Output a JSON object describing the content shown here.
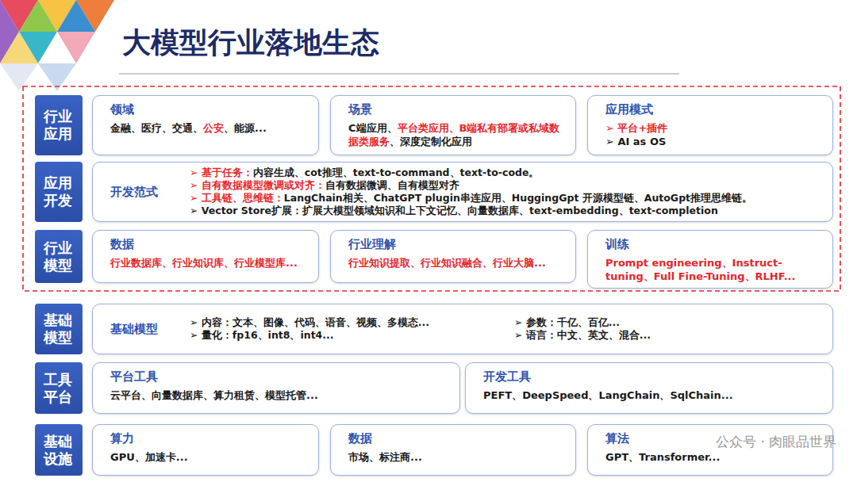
{
  "diagram": {
    "title": "大模型行业落地生态",
    "nodes": [
      {
        "text": [
          "行业应用"
        ]
      },
      {
        "text": [
          "领域",
          "金融、医疗、交通、公安、能源..."
        ]
      },
      {
        "text": [
          "场景",
          "C端应用、平台类应用、B端私有部署或私域数据类服务、深度定制化应用"
        ]
      },
      {
        "text": [
          "应用模式",
          "➢ 平台+插件",
          "➢ AI as OS"
        ]
      },
      {
        "text": [
          "应用开发"
        ]
      },
      {
        "text": [
          "开发范式",
          "➢ 基于任务：内容生成、cot推理、text-to-command、text-to-code。",
          "➢ 自有数据模型微调或对齐：自有数据微调、自有模型对齐",
          "➢ 工具链、思维链：LangChain相关、ChatGPT plugin串连应用、HuggingGpt 开源模型链、AutoGpt推理思维链。",
          "➢ Vector Store扩展：扩展大模型领域知识和上下文记忆、向量数据库、text-embedding、text-completion"
        ]
      },
      {
        "text": [
          "行业模型"
        ]
      },
      {
        "text": [
          "数据",
          "行业数据库、行业知识库、行业模型库..."
        ]
      },
      {
        "text": [
          "行业理解",
          "行业知识提取、行业知识融合、行业大脑..."
        ]
      },
      {
        "text": [
          "训练",
          "Prompt engineering、Instruct-tuning、Full Fine-Tuning、RLHF..."
        ]
      },
      {
        "text": [
          "基础模型"
        ]
      },
      {
        "text": [
          "基础模型",
          "➢ 内容：文本、图像、代码、语音、视频、多模态...",
          "➢ 参数：千亿、百亿...",
          "➢ 量化：fp16、int8、int4...",
          "➢ 语言：中文、英文、混合..."
        ]
      },
      {
        "text": [
          "工具平台"
        ]
      },
      {
        "text": [
          "平台工具",
          "云平台、向量数据库、算力租赁、模型托管..."
        ]
      },
      {
        "text": [
          "开发工具",
          "PEFT、DeepSpeed、LangChain、SqlChain..."
        ]
      },
      {
        "text": [
          "基础设施"
        ]
      },
      {
        "text": [
          "算力",
          "GPU、加速卡..."
        ]
      },
      {
        "text": [
          "数据",
          "市场、标注商..."
        ]
      },
      {
        "text": [
          "算法",
          "GPT、Transformer..."
        ]
      }
    ],
    "labels": [
      "公众号 · 肉眼品世界"
    ]
  }
}
